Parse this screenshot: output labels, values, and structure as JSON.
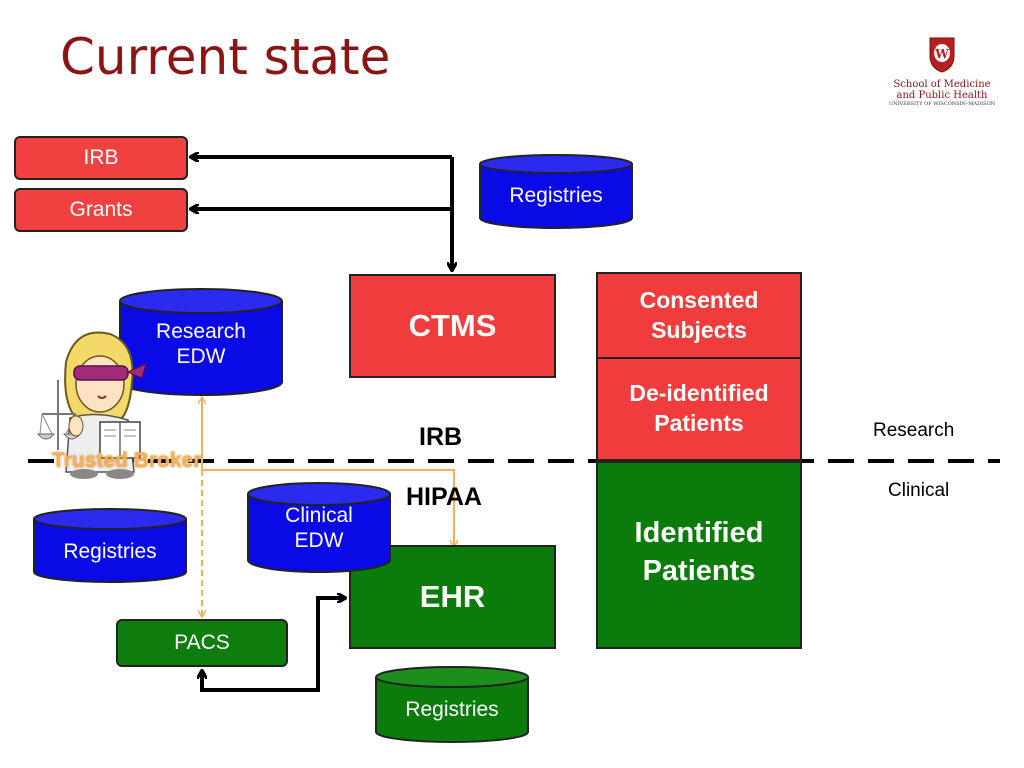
{
  "title": "Current state",
  "logo": {
    "line1": "School of Medicine",
    "line2": "and Public Health",
    "line3": "UNIVERSITY OF WISCONSIN–MADISON"
  },
  "boxes": {
    "irb": "IRB",
    "grants": "Grants",
    "ctms": "CTMS",
    "ehr": "EHR",
    "pacs": "PACS",
    "consented": "Consented Subjects",
    "deidentified": "De-identified Patients",
    "identified": "Identified Patients"
  },
  "cylinders": {
    "registries_top": "Registries",
    "research_edw_1": "Research",
    "research_edw_2": "EDW",
    "registries_left": "Registries",
    "clinical_edw_1": "Clinical",
    "clinical_edw_2": "EDW",
    "registries_bottom": "Registries"
  },
  "labels": {
    "irb_line": "IRB",
    "hipaa_line": "HIPAA",
    "research": "Research",
    "clinical": "Clinical",
    "trusted_broker": "Trusted Broker"
  },
  "colors": {
    "title": "#8b1414",
    "red": "#f03c3c",
    "green": "#0b7c0b",
    "blue": "#0a0ae6",
    "orange": "#f5b15a"
  }
}
